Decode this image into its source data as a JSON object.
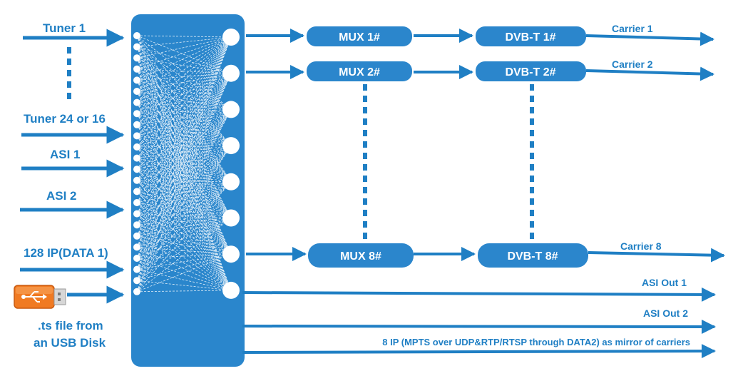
{
  "colors": {
    "primary": "#1f7fc4",
    "box": "#2b86cc",
    "matrix": "#2a86cc",
    "usb_orange": "#f07a22"
  },
  "inputs": {
    "tuner_first": "Tuner 1",
    "tuner_last": "Tuner 24 or 16",
    "asi1": "ASI 1",
    "asi2": "ASI 2",
    "ip": "128 IP(DATA 1)",
    "usb_line1": ".ts file from",
    "usb_line2": "an USB Disk"
  },
  "chains": [
    {
      "mux": "MUX 1#",
      "dvbt": "DVB-T 1#",
      "carrier": "Carrier 1"
    },
    {
      "mux": "MUX 2#",
      "dvbt": "DVB-T 2#",
      "carrier": "Carrier 2"
    },
    {
      "mux": "MUX 8#",
      "dvbt": "DVB-T 8#",
      "carrier": "Carrier 8"
    }
  ],
  "outputs": {
    "asi_out1": "ASI Out 1",
    "asi_out2": "ASI Out 2",
    "ip_out": "8 IP (MPTS over UDP&RTP/RTSP through DATA2) as mirror of carriers"
  },
  "icons": {
    "usb": "usb-drive-icon"
  }
}
